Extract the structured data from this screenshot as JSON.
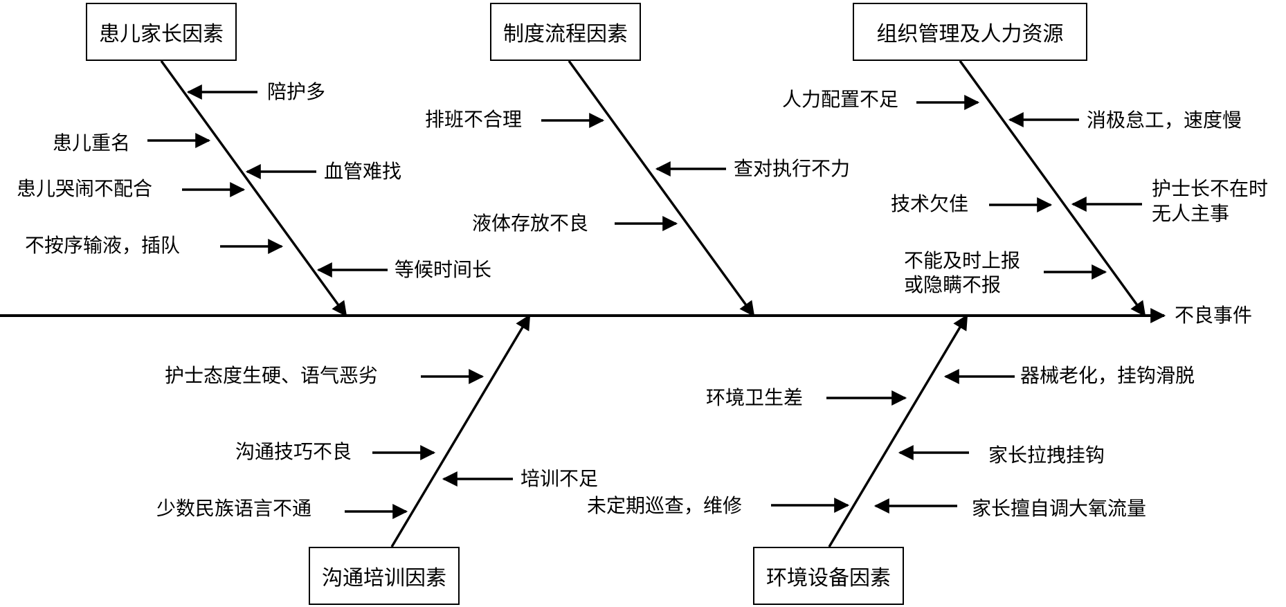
{
  "outcome": "不良事件",
  "categories": {
    "parent": {
      "title": "患儿家长因素",
      "causes": [
        "陪护多",
        "患儿重名",
        "血管难找",
        "患儿哭闹不配合",
        "不按序输液，插队",
        "等候时间长"
      ]
    },
    "process": {
      "title": "制度流程因素",
      "causes": [
        "排班不合理",
        "查对执行不力",
        "液体存放不良"
      ]
    },
    "organization": {
      "title": "组织管理及人力资源",
      "causes": [
        "人力配置不足",
        "消极怠工，速度慢",
        "技术欠佳",
        "护士长不在时",
        "无人主事",
        "不能及时上报",
        "或隐瞒不报"
      ]
    },
    "communication": {
      "title": "沟通培训因素",
      "causes": [
        "护士态度生硬、语气恶劣",
        "沟通技巧不良",
        "培训不足",
        "少数民族语言不通"
      ]
    },
    "environment": {
      "title": "环境设备因素",
      "causes": [
        "器械老化，挂钩滑脱",
        "环境卫生差",
        "家长拉拽挂钩",
        "未定期巡查，维修",
        "家长擅自调大氧流量"
      ]
    }
  }
}
